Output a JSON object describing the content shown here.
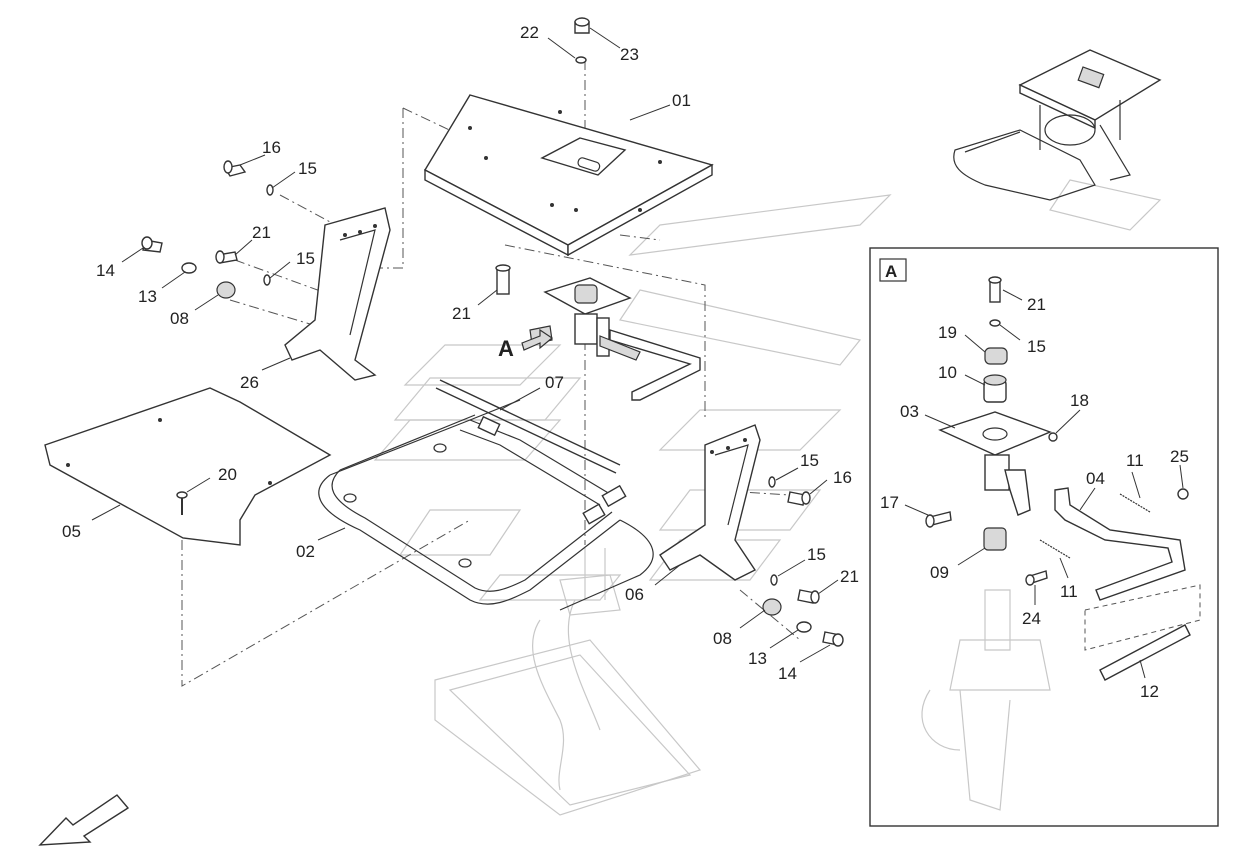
{
  "diagram": {
    "callouts": [
      {
        "text": "22"
      },
      {
        "text": "23"
      },
      {
        "text": "01"
      },
      {
        "text": "16"
      },
      {
        "text": "15"
      },
      {
        "text": "21"
      },
      {
        "text": "15"
      },
      {
        "text": "14"
      },
      {
        "text": "13"
      },
      {
        "text": "08"
      },
      {
        "text": "21"
      },
      {
        "text": "26"
      },
      {
        "text": "07"
      },
      {
        "text": "05"
      },
      {
        "text": "20"
      },
      {
        "text": "02"
      },
      {
        "text": "06"
      },
      {
        "text": "15"
      },
      {
        "text": "16"
      },
      {
        "text": "15"
      },
      {
        "text": "21"
      },
      {
        "text": "08"
      },
      {
        "text": "13"
      },
      {
        "text": "14"
      }
    ],
    "view_marker": "A",
    "detail": {
      "tag": "A",
      "callouts": [
        {
          "text": "21"
        },
        {
          "text": "19"
        },
        {
          "text": "15"
        },
        {
          "text": "10"
        },
        {
          "text": "18"
        },
        {
          "text": "03"
        },
        {
          "text": "11"
        },
        {
          "text": "25"
        },
        {
          "text": "04"
        },
        {
          "text": "17"
        },
        {
          "text": "09"
        },
        {
          "text": "11"
        },
        {
          "text": "24"
        },
        {
          "text": "12"
        }
      ]
    }
  }
}
